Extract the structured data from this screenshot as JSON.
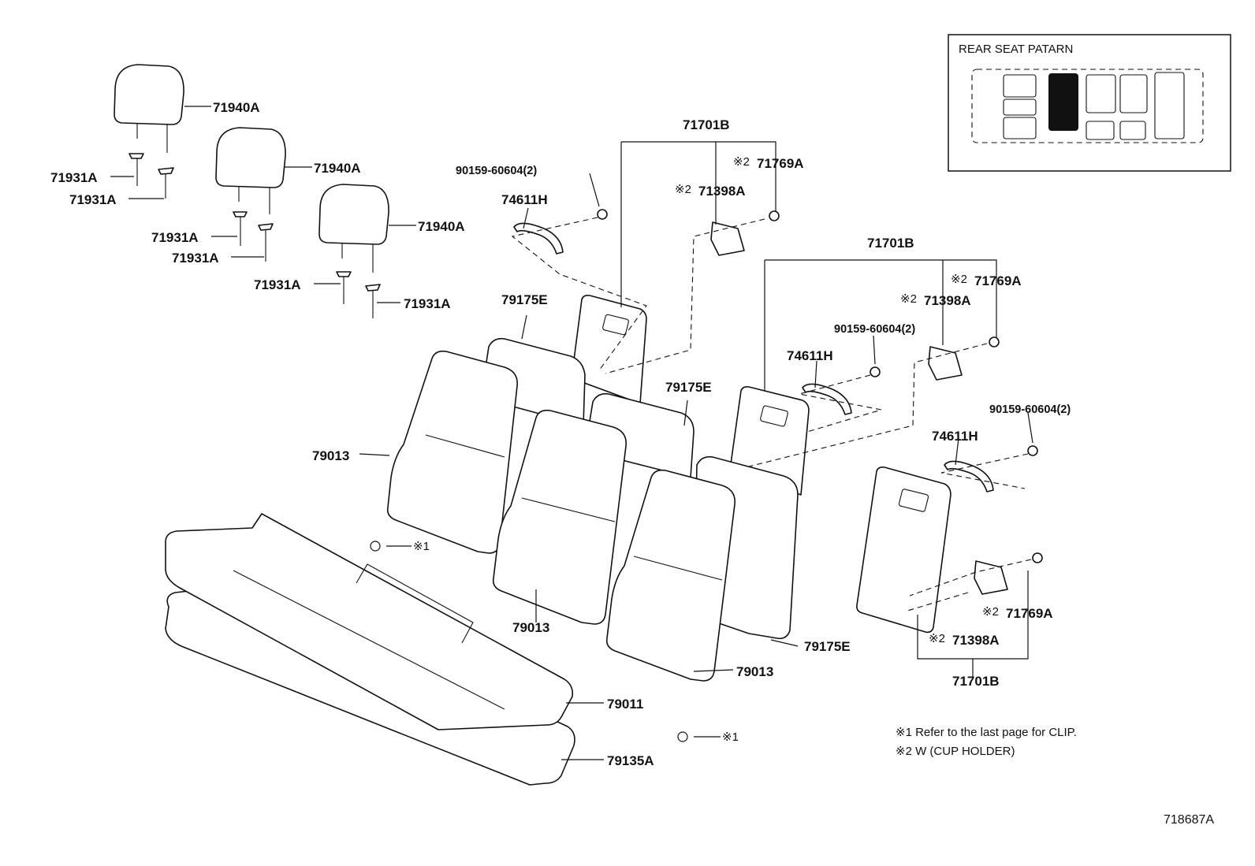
{
  "inset": {
    "title": "REAR SEAT PATARN"
  },
  "labels": {
    "headrest_1": "71940A",
    "headrest_2": "71940A",
    "headrest_3": "71940A",
    "support_1a": "71931A",
    "support_1b": "71931A",
    "support_2a": "71931A",
    "support_2b": "71931A",
    "support_3a": "71931A",
    "support_3b": "71931A",
    "hinge_assy_1": "71701B",
    "hinge_assy_2": "71701B",
    "hinge_assy_3": "71701B",
    "screw_1": "90159-60604(2)",
    "screw_2": "90159-60604(2)",
    "screw_3": "90159-60604(2)",
    "handle_1": "74611H",
    "handle_2": "74611H",
    "handle_3": "74611H",
    "knob_1": "71769A",
    "knob_2": "71769A",
    "knob_3": "71769A",
    "hinge_1": "71398A",
    "hinge_2": "71398A",
    "hinge_3": "71398A",
    "back_pad_1": "79175E",
    "back_pad_2": "79175E",
    "back_pad_3": "79175E",
    "back_cover_1": "79013",
    "back_cover_2": "79013",
    "back_cover_3": "79013",
    "cushion_cover": "79011",
    "cushion_pad": "79135A",
    "clip_1": "※1",
    "clip_2": "※1",
    "mark_knob_1": "※2",
    "mark_hinge_1": "※2",
    "mark_knob_2": "※2",
    "mark_hinge_2": "※2",
    "mark_knob_3": "※2",
    "mark_hinge_3": "※2"
  },
  "notes": {
    "note_1": "※1  Refer to the last page for CLIP.",
    "note_2": "※2  W (CUP  HOLDER)"
  },
  "reference": "718687A"
}
